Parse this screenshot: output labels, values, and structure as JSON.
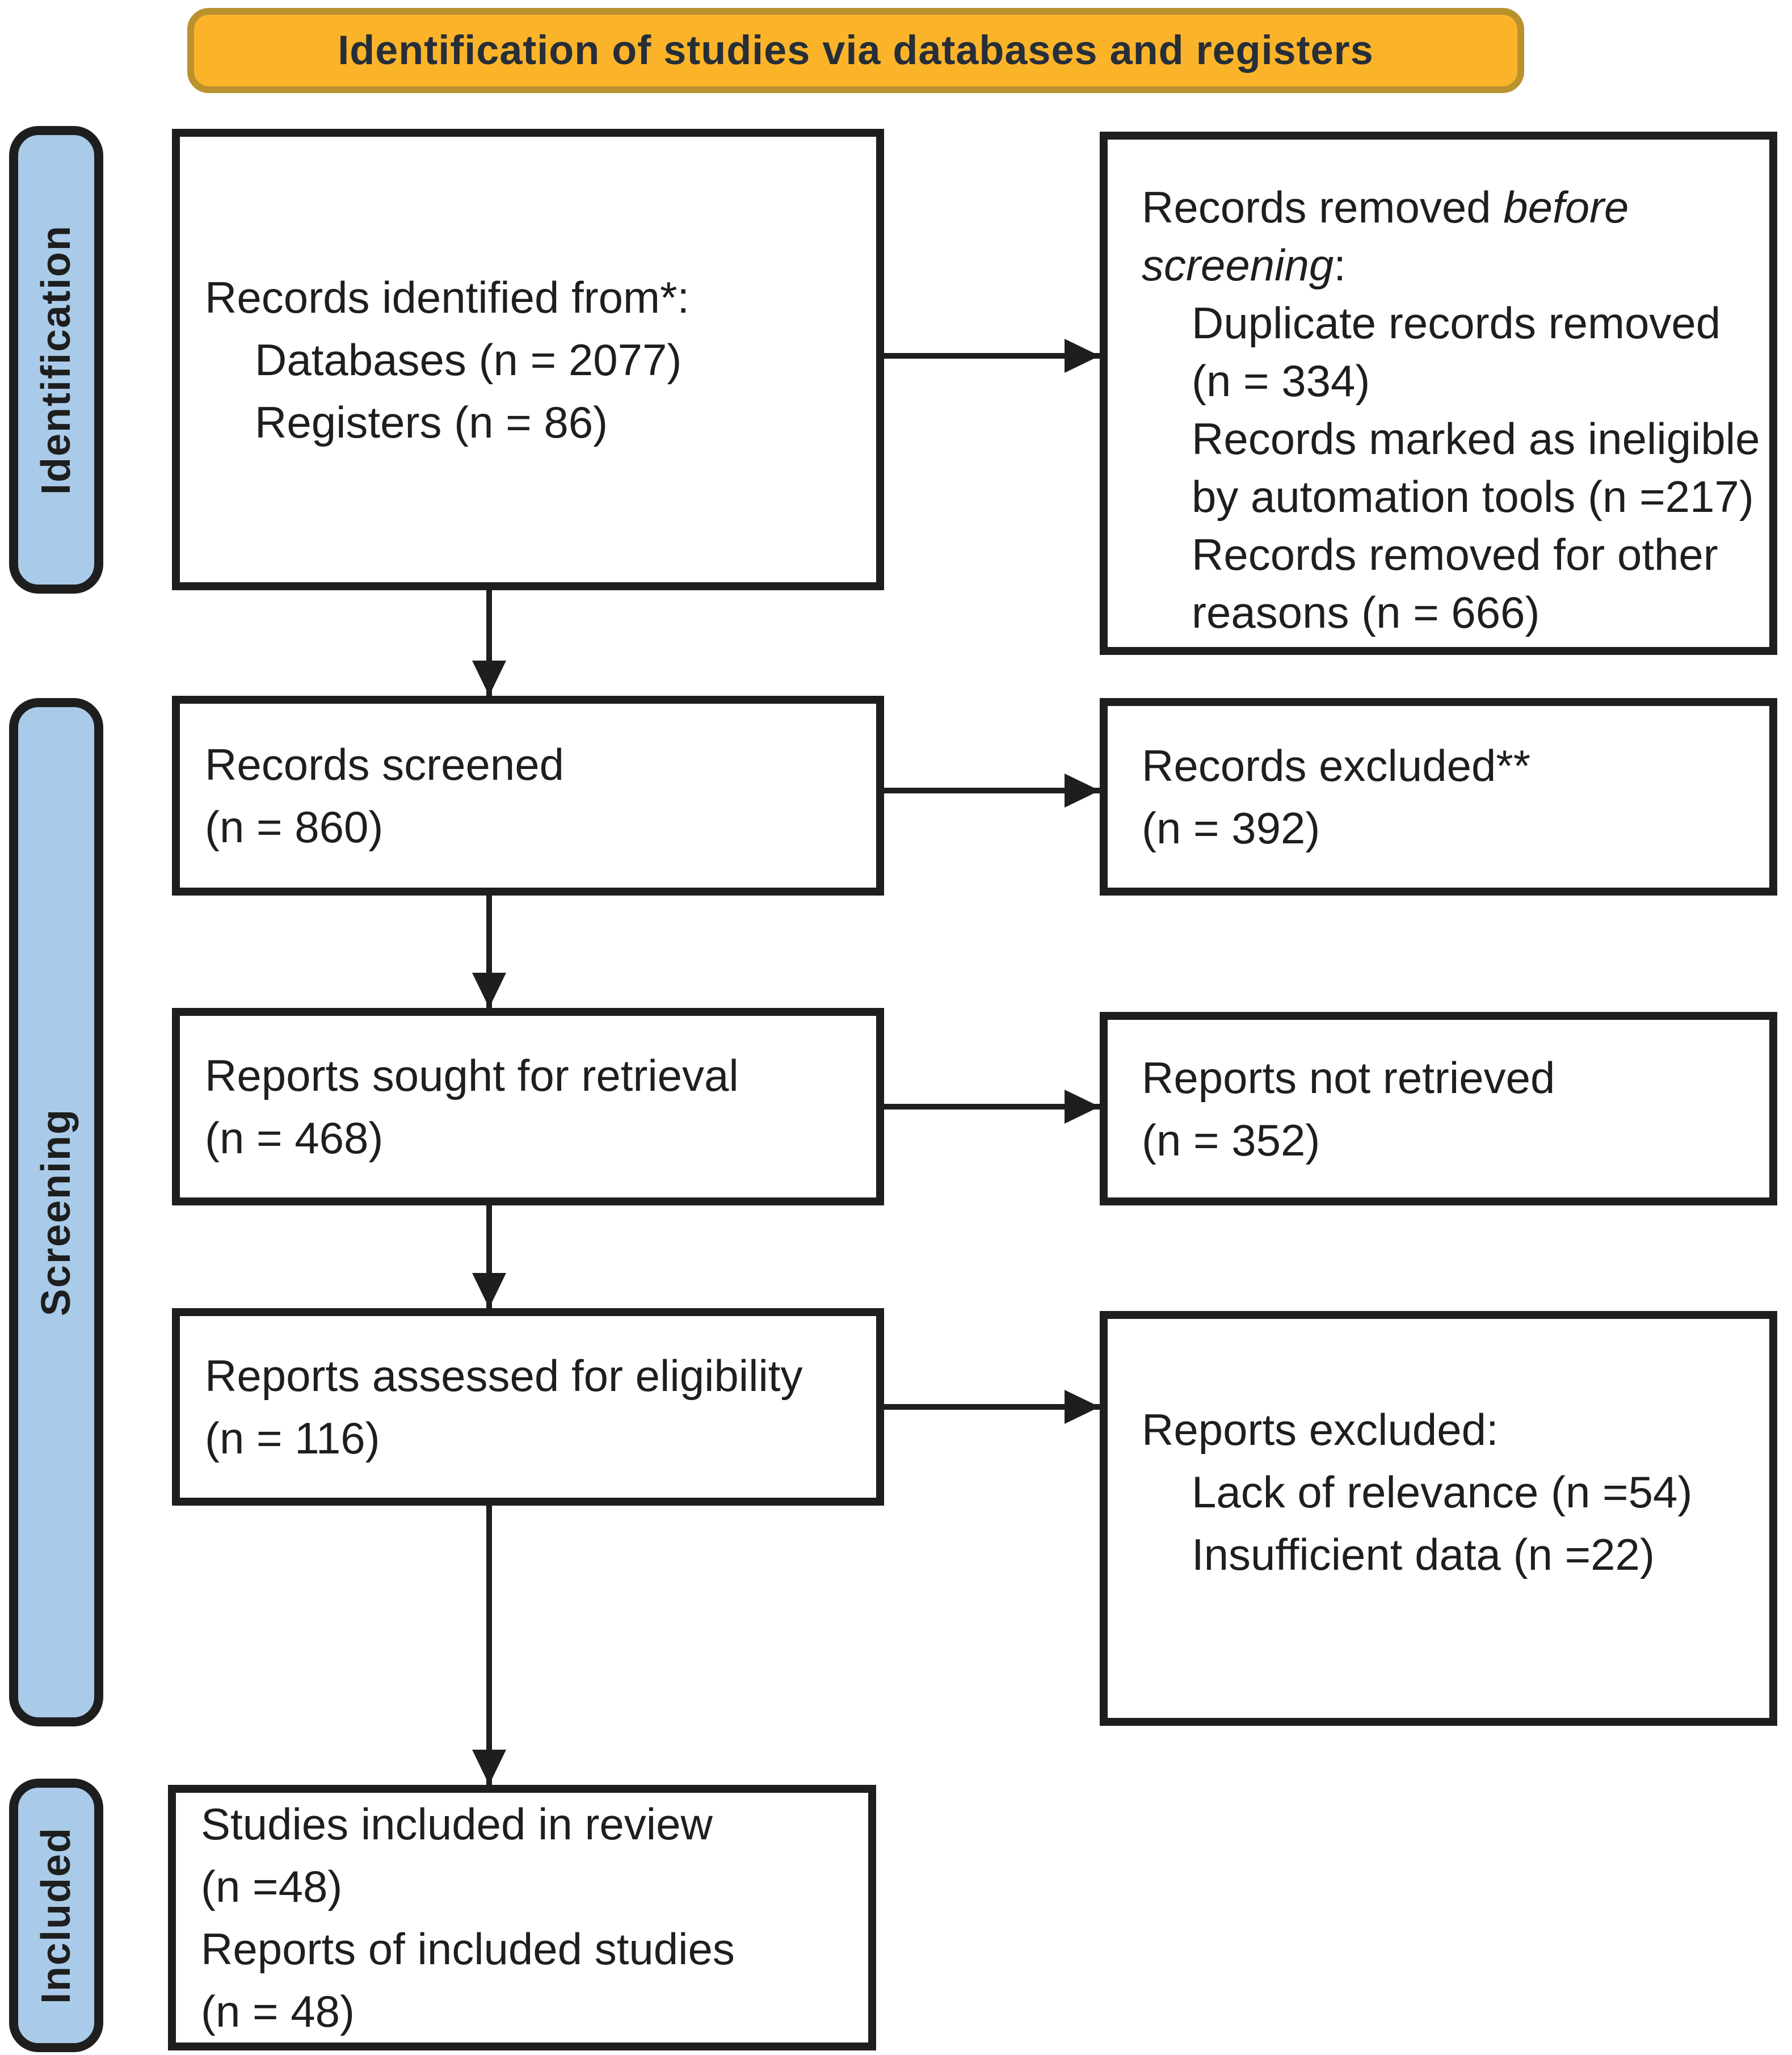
{
  "banner": {
    "title": "Identification of studies via databases and registers"
  },
  "stages": {
    "identification": "Identification",
    "screening": "Screening",
    "included": "Included"
  },
  "boxes": {
    "identified": {
      "l1": "Records identified from*:",
      "l2": "Databases (n = 2077)",
      "l3": "Registers (n = 86)"
    },
    "removed": {
      "l1a": "Records removed ",
      "l1b": "before",
      "l2a": "screening",
      "l2b": ":",
      "l3": "Duplicate records removed",
      "l4": "(n = 334)",
      "l5": "Records marked as ineligible",
      "l6": "by automation tools (n =217)",
      "l7": "Records removed for other",
      "l8": "reasons (n = 666)"
    },
    "screened": {
      "l1": "Records screened",
      "l2": "(n = 860)"
    },
    "excluded": {
      "l1": "Records excluded**",
      "l2": "(n = 392)"
    },
    "sought": {
      "l1": "Reports sought for retrieval",
      "l2": "(n = 468)"
    },
    "not_retrieved": {
      "l1": "Reports not retrieved",
      "l2": "(n = 352)"
    },
    "assessed": {
      "l1": "Reports assessed for eligibility",
      "l2": "(n = 116)"
    },
    "reports_excluded": {
      "l1": "Reports excluded:",
      "l2": "Lack of relevance (n =54)",
      "l3": "Insufficient data (n =22)"
    },
    "included_studies": {
      "l1": "Studies included in review",
      "l2": "(n =48)",
      "l3": "Reports of included studies",
      "l4": "(n = 48)"
    }
  },
  "colors": {
    "banner_fill": "#FBB42A",
    "banner_border": "#B9922E",
    "banner_ink": "#262E38",
    "stage_fill": "#A9CBE9",
    "ink": "#1E1E1E",
    "box_bg": "#FFFFFF",
    "page_bg": "#FFFFFF"
  }
}
